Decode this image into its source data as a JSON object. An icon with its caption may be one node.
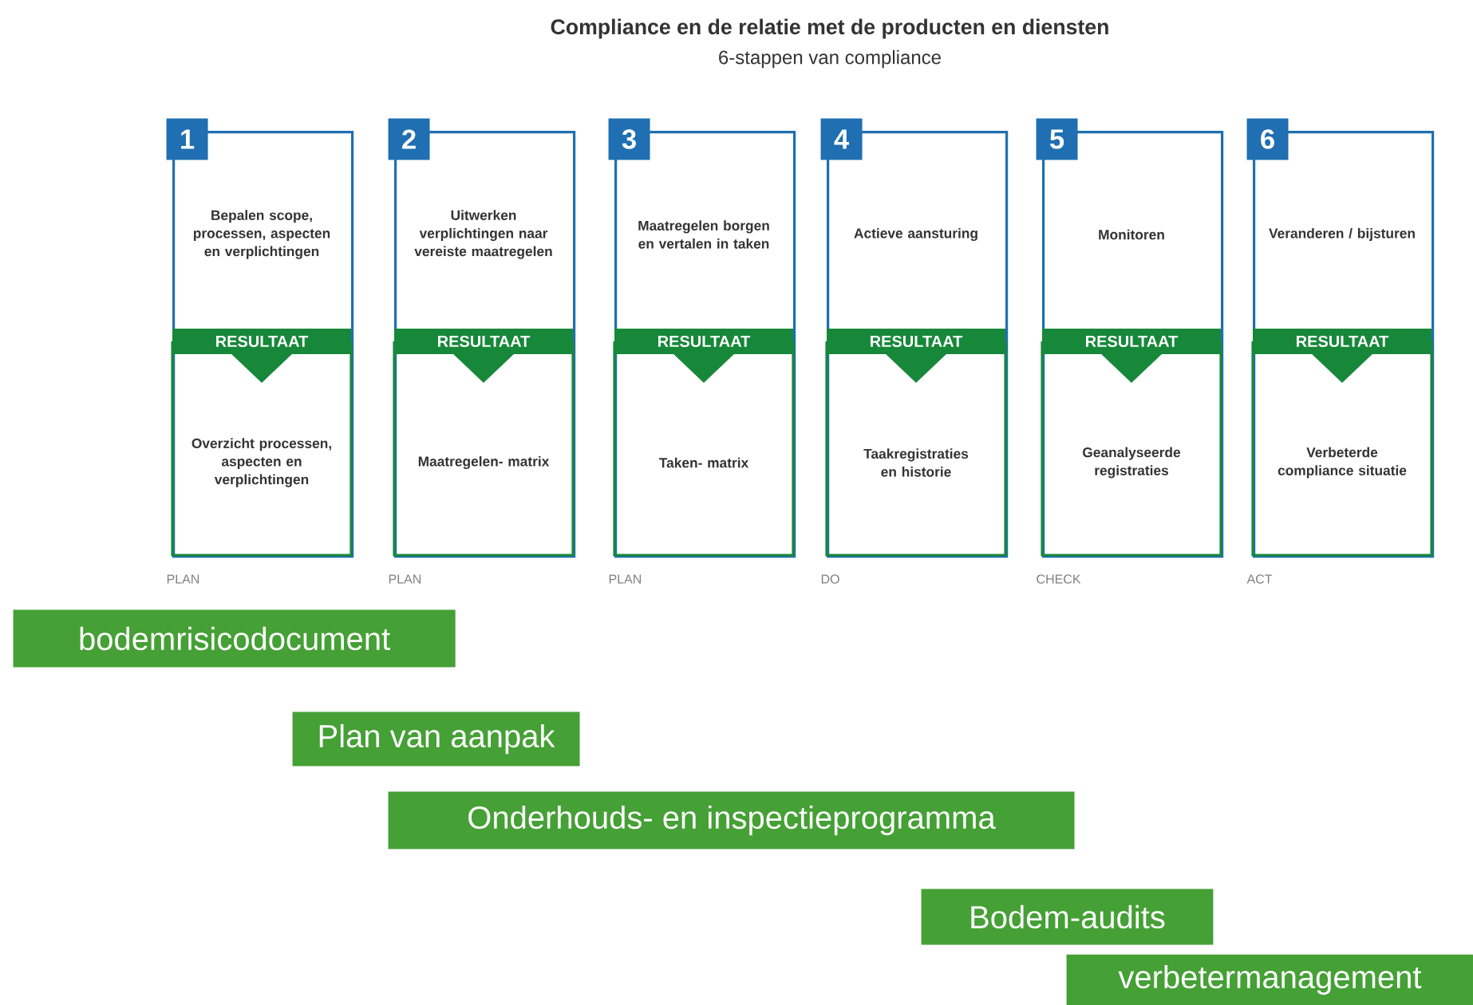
{
  "diagram": {
    "title": "Compliance en de relatie met de producten en diensten",
    "caption": "6-stappen van compliance",
    "nodes": [
      {
        "text": [
          "1",
          "Bepalen scope, processen, aspecten en verplichtingen",
          "RESULTAAT",
          "Overzicht processen, aspecten en verplichtingen"
        ],
        "beside": [
          "PLAN"
        ]
      },
      {
        "text": [
          "2",
          "Uitwerken verplichtingen naar vereiste maatregelen",
          "RESULTAAT",
          "Maatregelen- matrix"
        ],
        "beside": [
          "PLAN"
        ]
      },
      {
        "text": [
          "3",
          "Maatregelen borgen en vertalen in taken",
          "RESULTAAT",
          "Taken- matrix"
        ],
        "beside": [
          "PLAN"
        ]
      },
      {
        "text": [
          "4",
          "Actieve aansturing",
          "RESULTAAT",
          "Taakregistraties en historie"
        ],
        "beside": [
          "DO"
        ]
      },
      {
        "text": [
          "5",
          "Monitoren",
          "RESULTAAT",
          "Geanalyseerde registraties"
        ],
        "beside": [
          "CHECK"
        ]
      },
      {
        "text": [
          "6",
          "Veranderen / bijsturen",
          "RESULTAAT",
          "Verbeterde compliance situatie"
        ],
        "beside": [
          "ACT"
        ]
      },
      {
        "text": [
          "bodemrisicodocument"
        ]
      },
      {
        "text": [
          "Plan van aanpak"
        ]
      },
      {
        "text": [
          "Onderhouds- en inspectieprogramma"
        ]
      },
      {
        "text": [
          "Bodem-audits"
        ]
      },
      {
        "text": [
          "verbetermanagement"
        ]
      }
    ]
  }
}
